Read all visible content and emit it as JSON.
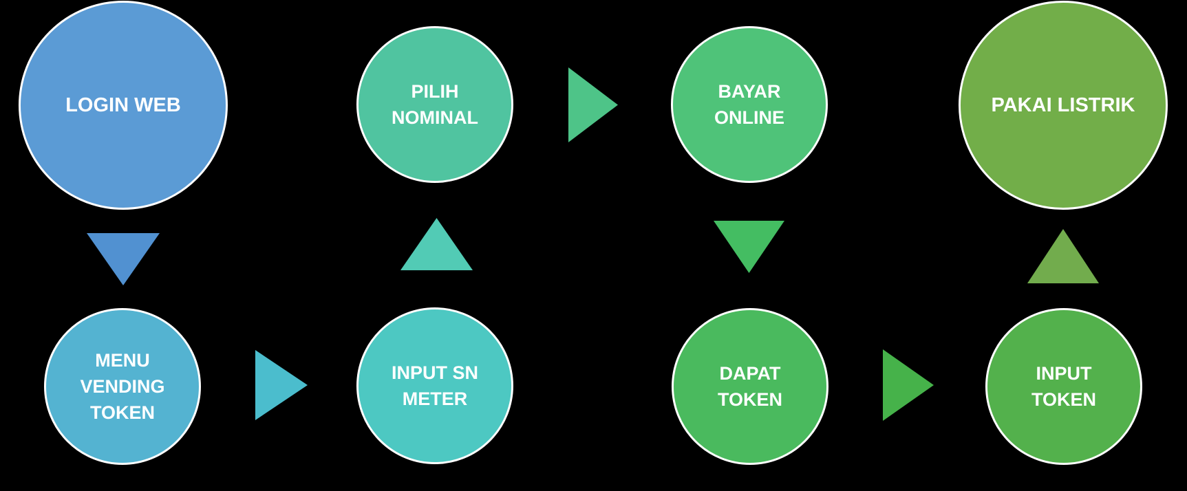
{
  "diagram": {
    "background_color": "#000000",
    "text_color": "#FFFFFF",
    "node_border_color": "#FFFFFF",
    "nodes": [
      {
        "id": "login-web",
        "lines": [
          "LOGIN WEB"
        ],
        "color": "#5B9BD5"
      },
      {
        "id": "menu-vending-token",
        "lines": [
          "MENU",
          "VENDING",
          "TOKEN"
        ],
        "color": "#54B3D1"
      },
      {
        "id": "input-sn-meter",
        "lines": [
          "INPUT SN",
          "METER"
        ],
        "color": "#4DC8C2"
      },
      {
        "id": "pilih-nominal",
        "lines": [
          "PILIH",
          "NOMINAL"
        ],
        "color": "#50C4A0"
      },
      {
        "id": "bayar-online",
        "lines": [
          "BAYAR",
          "ONLINE"
        ],
        "color": "#4FC379"
      },
      {
        "id": "dapat-token",
        "lines": [
          "DAPAT",
          "TOKEN"
        ],
        "color": "#4ABA5E"
      },
      {
        "id": "input-token",
        "lines": [
          "INPUT",
          "TOKEN"
        ],
        "color": "#53B14C"
      },
      {
        "id": "pakai-listrik",
        "lines": [
          "PAKAI LISTRIK"
        ],
        "color": "#72AE49"
      }
    ],
    "arrows": [
      {
        "id": "login-to-menu",
        "direction": "down",
        "color": "#5191D1"
      },
      {
        "id": "menu-to-input-sn",
        "direction": "right",
        "color": "#4BBDCD"
      },
      {
        "id": "input-sn-to-pilih",
        "direction": "up",
        "color": "#52CBB5"
      },
      {
        "id": "pilih-to-bayar",
        "direction": "right",
        "color": "#4EC488"
      },
      {
        "id": "bayar-to-dapat",
        "direction": "down",
        "color": "#44BD62"
      },
      {
        "id": "dapat-to-input-token",
        "direction": "right",
        "color": "#46B24A"
      },
      {
        "id": "input-token-to-pakai",
        "direction": "up",
        "color": "#72AC4D"
      }
    ]
  }
}
